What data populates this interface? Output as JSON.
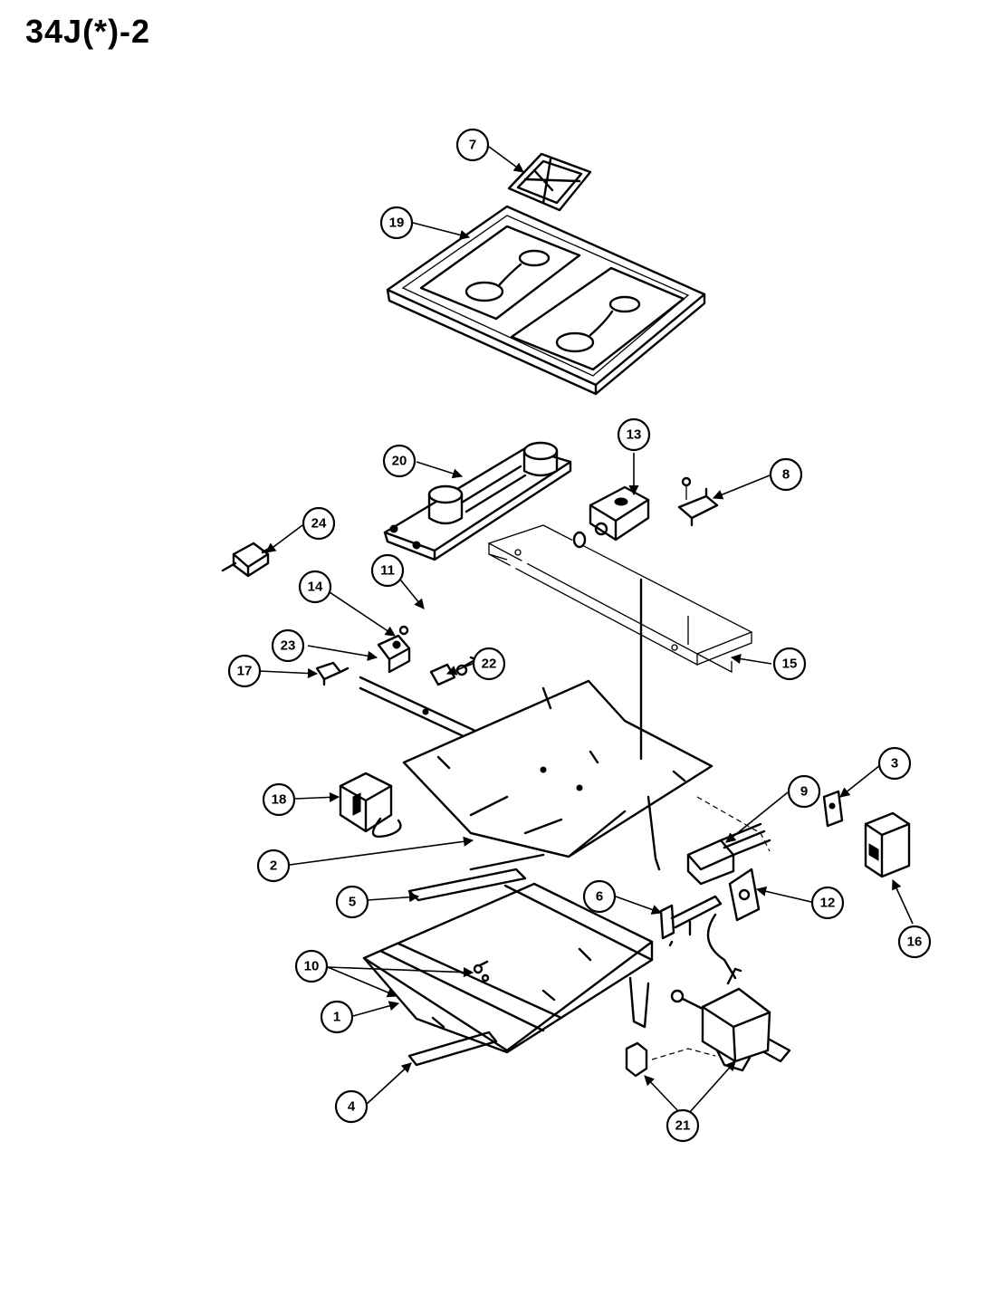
{
  "title": "34J(*)-2",
  "callouts": [
    "1",
    "2",
    "3",
    "4",
    "5",
    "6",
    "7",
    "8",
    "9",
    "10",
    "11",
    "12",
    "13",
    "14",
    "15",
    "16",
    "17",
    "18",
    "19",
    "20",
    "21",
    "22",
    "23",
    "24"
  ]
}
